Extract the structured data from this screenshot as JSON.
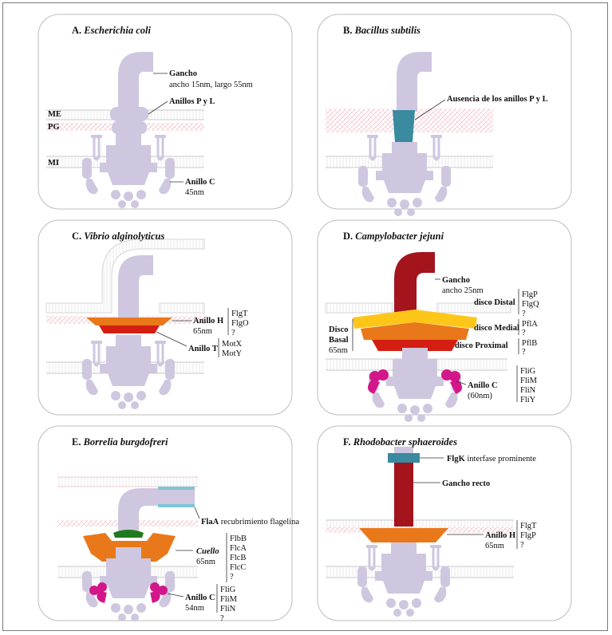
{
  "colors": {
    "motor": "#cfc7df",
    "membrane_stroke": "#c9c9c9",
    "pg_stroke": "#f2b9c0",
    "teal": "#3a8aa0",
    "light_teal": "#7cc6d6",
    "dark_red": "#a3141d",
    "red": "#d31f12",
    "orange": "#e9781a",
    "yellow": "#ffc61a",
    "magenta": "#d3178a",
    "green": "#1f7a1f"
  },
  "panels": {
    "a": {
      "letter": "A.",
      "species": "Escherichia coli",
      "hook": "Gancho",
      "hook_size": "ancho 15nm, largo 55nm",
      "rings_pl": "Anillos P y L",
      "me": "ME",
      "pg": "PG",
      "mi": "MI",
      "c_ring": "Anillo C",
      "c_ring_size": "45nm"
    },
    "b": {
      "letter": "B.",
      "species": "Bacillus subtilis",
      "absence": "Ausencia de los anillos P y L"
    },
    "c": {
      "letter": "C.",
      "species": "Vibrio alginolyticus",
      "h_ring": "Anillo H",
      "h_ring_size": "65nm",
      "h_proteins": [
        "FlgT",
        "FlgO",
        "?"
      ],
      "t_ring": "Anillo T",
      "t_proteins": [
        "MotX",
        "MotY"
      ]
    },
    "d": {
      "letter": "D.",
      "species": "Campylobacter jejuni",
      "hook": "Gancho",
      "hook_size": "ancho 25nm",
      "distal": "disco Distal",
      "distal_proteins": [
        "FlgP",
        "FlgQ",
        "?"
      ],
      "medial": "disco Medial",
      "medial_proteins": [
        "PflA",
        "?"
      ],
      "proximal": "disco Proximal",
      "proximal_proteins": [
        "PflB",
        "?"
      ],
      "basal_1": "Disco",
      "basal_2": "Basal",
      "basal_size": "65nm",
      "c_ring": "Anillo C",
      "c_ring_size": "(60nm)",
      "c_proteins": [
        "FliG",
        "FliM",
        "FliN",
        "FliY"
      ]
    },
    "e": {
      "letter": "E.",
      "species": "Borrelia burgdofreri",
      "flaa": "FlaA",
      "flaa_desc": "recubrimiento flagelina",
      "collar": "Cuello",
      "collar_size": "65nm",
      "collar_proteins": [
        "FlbB",
        "FlcA",
        "FlcB",
        "FlcC",
        "?"
      ],
      "c_ring": "Anillo C",
      "c_ring_size": "54nm",
      "c_proteins": [
        "FliG",
        "FliM",
        "FliN",
        "?"
      ]
    },
    "f": {
      "letter": "F.",
      "species": "Rhodobacter sphaeroides",
      "flgk": "FlgK",
      "flgk_desc": "interfase prominente",
      "straight_hook": "Gancho recto",
      "h_ring": "Anillo H",
      "h_ring_size": "65nm",
      "h_proteins": [
        "FlgT",
        "FlgP",
        "?"
      ]
    }
  }
}
